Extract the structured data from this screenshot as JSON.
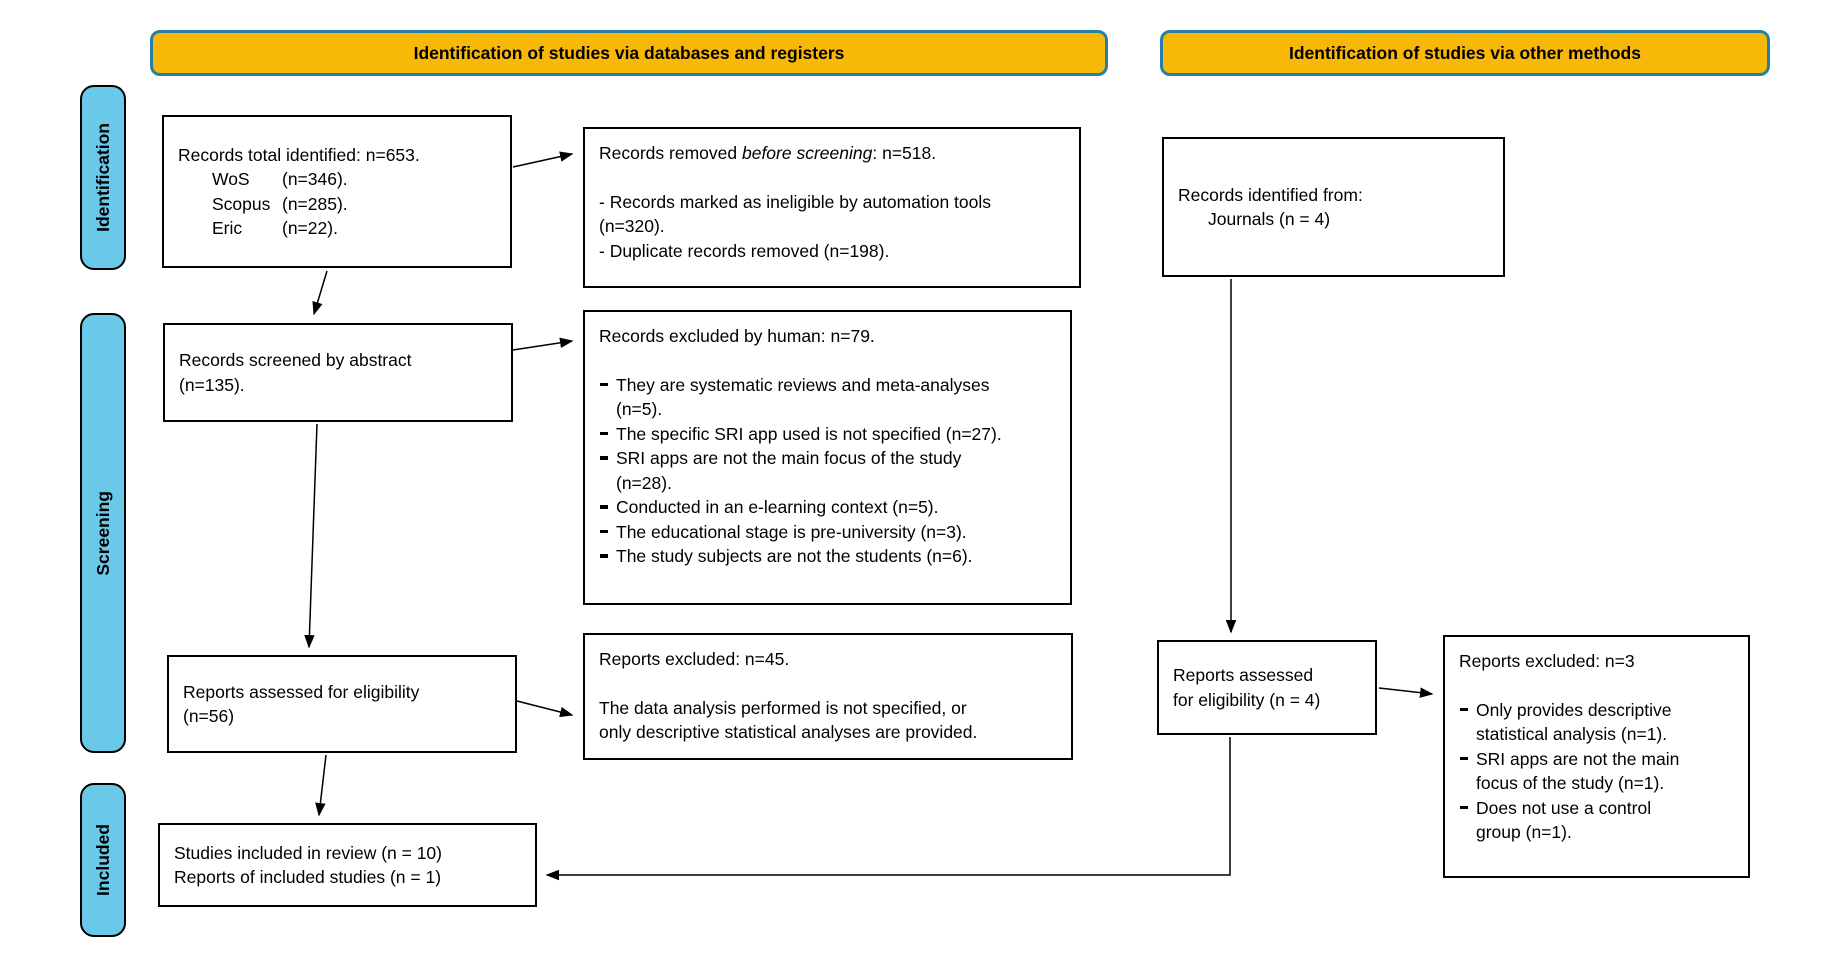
{
  "colors": {
    "header_fill": "#F7B808",
    "header_border": "#2580A8",
    "sidebar_fill": "#6AC9E9"
  },
  "headers": {
    "databases": "Identification of studies via databases and registers",
    "other_methods": "Identification of studies via other methods"
  },
  "sidebar": {
    "identification": "Identification",
    "screening": "Screening",
    "included": "Included"
  },
  "boxes": {
    "records_identified": {
      "title": "Records total identified: n=653.",
      "sources": [
        {
          "name": "WoS",
          "value": "(n=346)."
        },
        {
          "name": "Scopus",
          "value": "(n=285)."
        },
        {
          "name": "Eric",
          "value": "(n=22)."
        }
      ]
    },
    "records_removed": {
      "title_prefix": "Records removed ",
      "title_italic": "before screening",
      "title_suffix": ": n=518.",
      "bullet1_line1": "- Records marked as ineligible by automation tools",
      "bullet1_line2": "(n=320).",
      "bullet2": "- Duplicate records removed (n=198)."
    },
    "records_other_methods": {
      "title": "Records identified from:",
      "source": "Journals (n = 4)"
    },
    "records_screened": {
      "line1": "Records screened by abstract",
      "line2": "(n=135)."
    },
    "records_excluded_human": {
      "title": "Records excluded by human: n=79.",
      "bullets": [
        [
          "They are systematic reviews and meta-analyses",
          "(n=5)."
        ],
        [
          "The specific SRI app used is not specified (n=27)."
        ],
        [
          "SRI apps are not the main focus of the study",
          "(n=28)."
        ],
        [
          "Conducted in an e-learning context (n=5)."
        ],
        [
          "The educational stage is pre-university (n=3)."
        ],
        [
          "The study subjects are not the students (n=6)."
        ]
      ]
    },
    "reports_assessed_db": {
      "line1": "Reports assessed for eligibility",
      "line2": "(n=56)"
    },
    "reports_excluded_db": {
      "title": "Reports excluded: n=45.",
      "body_line1": "The data analysis performed is not specified, or",
      "body_line2": "only descriptive statistical analyses are provided."
    },
    "reports_assessed_other": {
      "line1": "Reports assessed",
      "line2": "for eligibility (n = 4)"
    },
    "reports_excluded_other": {
      "title": "Reports excluded: n=3",
      "bullets": [
        [
          "Only provides descriptive",
          "statistical analysis (n=1)."
        ],
        [
          "SRI apps are not the main",
          "focus of the study (n=1)."
        ],
        [
          "Does not use a control",
          "group (n=1)."
        ]
      ]
    },
    "included_studies": {
      "line1": "Studies included in review (n = 10)",
      "line2": "Reports of included studies (n = 1)"
    }
  }
}
